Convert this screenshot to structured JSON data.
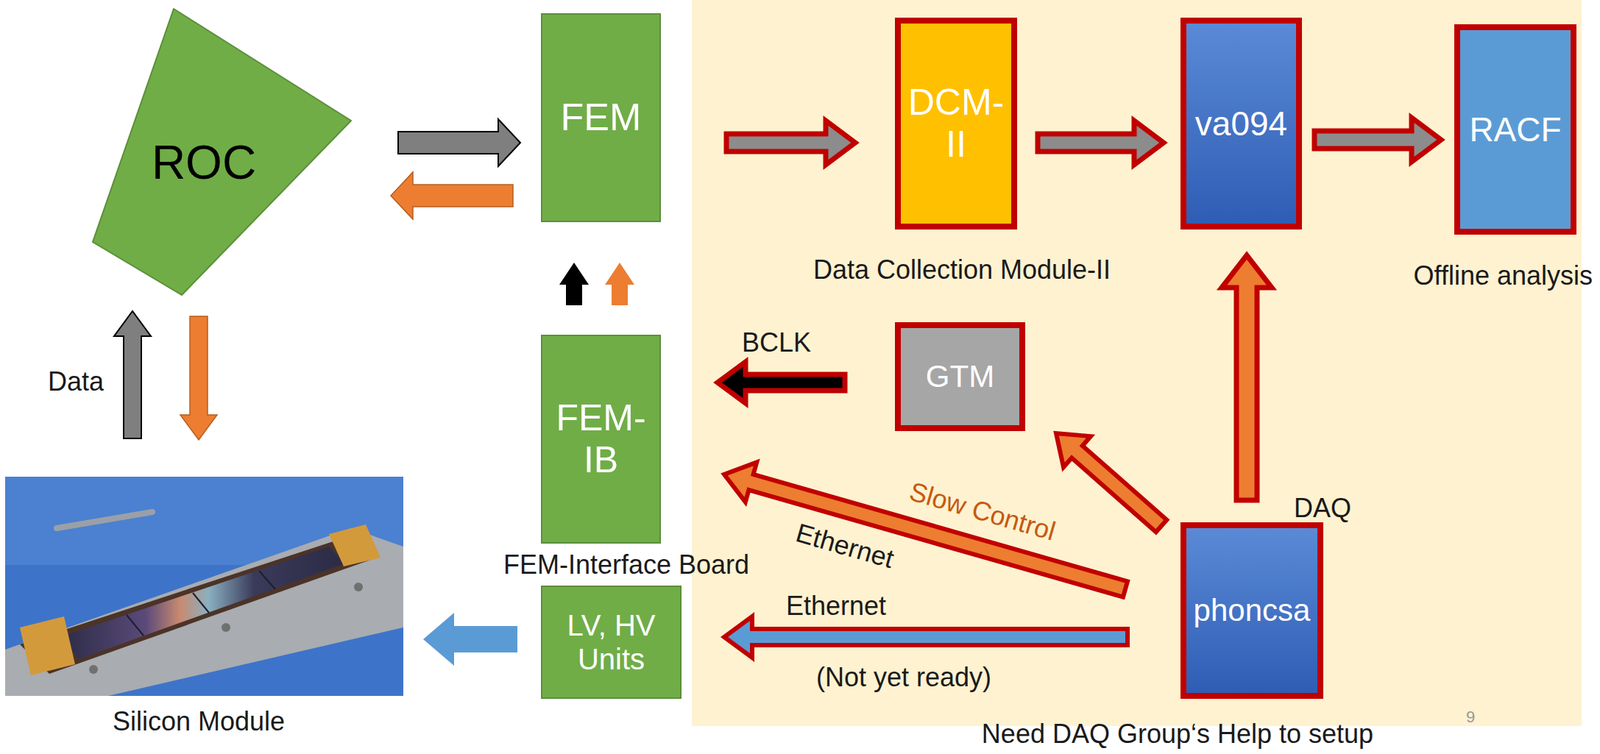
{
  "diagram": {
    "nodes": [
      {
        "text": [
          "ROC"
        ]
      },
      {
        "text": [
          "FEM"
        ]
      },
      {
        "text": [
          "DCM- II",
          "Data Collection Module-II"
        ]
      },
      {
        "text": [
          "va094"
        ]
      },
      {
        "text": [
          "RACF",
          "Offline analysis"
        ]
      },
      {
        "text": [
          "FEM- IB",
          "FEM-Interface Board"
        ]
      },
      {
        "text": [
          "GTM"
        ]
      },
      {
        "text": [
          "Silicon Module"
        ]
      },
      {
        "text": [
          "LV, HV Units"
        ]
      },
      {
        "text": [
          "phoncsa",
          "DAQ"
        ]
      }
    ],
    "edges": [
      {
        "from": 0,
        "to": 1,
        "arrow": "to"
      },
      {
        "from": 1,
        "to": 0,
        "arrow": "to"
      },
      {
        "from": 7,
        "to": 0,
        "label": "Data",
        "arrow": "to"
      },
      {
        "from": 0,
        "to": 7,
        "arrow": "to"
      },
      {
        "from": 5,
        "to": 1,
        "arrow": "to"
      },
      {
        "from": 5,
        "to": 1,
        "arrow": "to"
      },
      {
        "from": 1,
        "to": 2,
        "arrow": "to"
      },
      {
        "from": 2,
        "to": 3,
        "arrow": "to"
      },
      {
        "from": 3,
        "to": 4,
        "arrow": "to"
      },
      {
        "from": 6,
        "to": 5,
        "label": "BCLK",
        "arrow": "to"
      },
      {
        "from": 9,
        "to": 6,
        "arrow": "to"
      },
      {
        "from": 9,
        "to": 5,
        "label": "Slow Control",
        "arrow": "to"
      },
      {
        "from": 9,
        "to": 3,
        "arrow": "to"
      },
      {
        "from": 9,
        "to": 8,
        "label": "Ethernet",
        "arrow": "to"
      },
      {
        "from": 8,
        "to": 7,
        "arrow": "to"
      }
    ],
    "labels": [
      "Ethernet",
      "(Not yet ready)",
      "Need DAQ Group‘s Help to setup",
      "9"
    ]
  }
}
